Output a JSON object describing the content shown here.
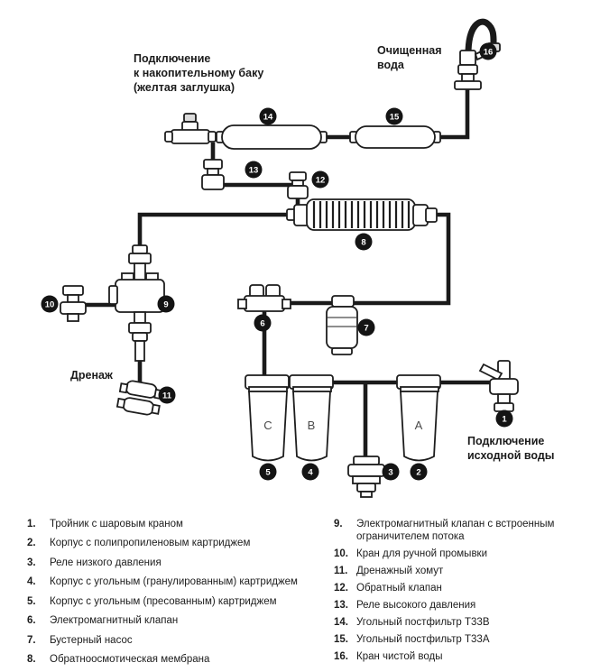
{
  "labels": {
    "tank_connection": [
      "Подключение",
      "к накопительному баку",
      "(желтая заглушка)"
    ],
    "clean_water": [
      "Очищенная",
      "вода"
    ],
    "drain": "Дренаж",
    "source_water": [
      "Подключение",
      "исходной воды"
    ]
  },
  "filters": [
    "C",
    "B",
    "A"
  ],
  "markers": [
    "1",
    "2",
    "3",
    "4",
    "5",
    "6",
    "7",
    "8",
    "9",
    "10",
    "11",
    "12",
    "13",
    "14",
    "15",
    "16"
  ],
  "legend": {
    "left": [
      {
        "num": "1.",
        "text": "Тройник с шаровым краном"
      },
      {
        "num": "2.",
        "text": "Корпус с полипропиленовым картриджем"
      },
      {
        "num": "3.",
        "text": "Реле низкого давления"
      },
      {
        "num": "4.",
        "text": "Корпус с угольным (гранулированным) картриджем"
      },
      {
        "num": "5.",
        "text": "Корпус с угольным (пресованным) картриджем"
      },
      {
        "num": "6.",
        "text": "Электромагнитный клапан"
      },
      {
        "num": "7.",
        "text": "Бустерный насос"
      },
      {
        "num": "8.",
        "text": "Обратноосмотическая мембрана"
      }
    ],
    "right": [
      {
        "num": "9.",
        "text": "Электромагнитный клапан с встроенным ограничителем потока"
      },
      {
        "num": "10.",
        "text": "Кран для ручной промывки"
      },
      {
        "num": "11.",
        "text": "Дренажный хомут"
      },
      {
        "num": "12.",
        "text": "Обратный клапан"
      },
      {
        "num": "13.",
        "text": "Реле высокого давления"
      },
      {
        "num": "14.",
        "text": "Угольный постфильтр Т33В"
      },
      {
        "num": "15.",
        "text": "Угольный постфильтр Т33А"
      },
      {
        "num": "16.",
        "text": "Кран чистой воды"
      }
    ]
  },
  "colors": {
    "line": "#1a1a1a",
    "marker": "#141414"
  }
}
